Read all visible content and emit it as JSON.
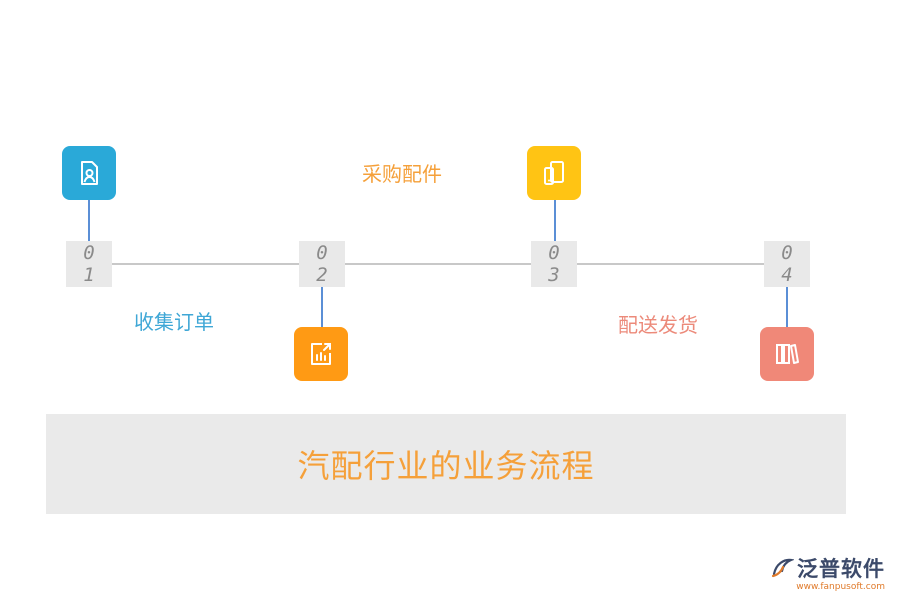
{
  "title": "汽配行业的业务流程",
  "steps": [
    {
      "num_top": "0",
      "num_bottom": "1",
      "label": "收集订单",
      "label_color": "#3fa7d6",
      "icon_color": "#2aa9d8",
      "icon": "person-document-icon"
    },
    {
      "num_top": "0",
      "num_bottom": "2",
      "label": "采购配件",
      "label_color": "#f5a03a",
      "icon_color": "#ff9a14",
      "icon": "chart-export-icon"
    },
    {
      "num_top": "0",
      "num_bottom": "3",
      "label": "",
      "label_color": "#f5a03a",
      "icon_color": "#ffc414",
      "icon": "mobile-devices-icon"
    },
    {
      "num_top": "0",
      "num_bottom": "4",
      "label": "配送发货",
      "label_color": "#ec8a7a",
      "icon_color": "#f08878",
      "icon": "books-icon"
    }
  ],
  "logo": {
    "name": "泛普软件",
    "url": "www.fanpusoft.com",
    "color": "#3c4a6a",
    "accent": "#e07a2a"
  }
}
